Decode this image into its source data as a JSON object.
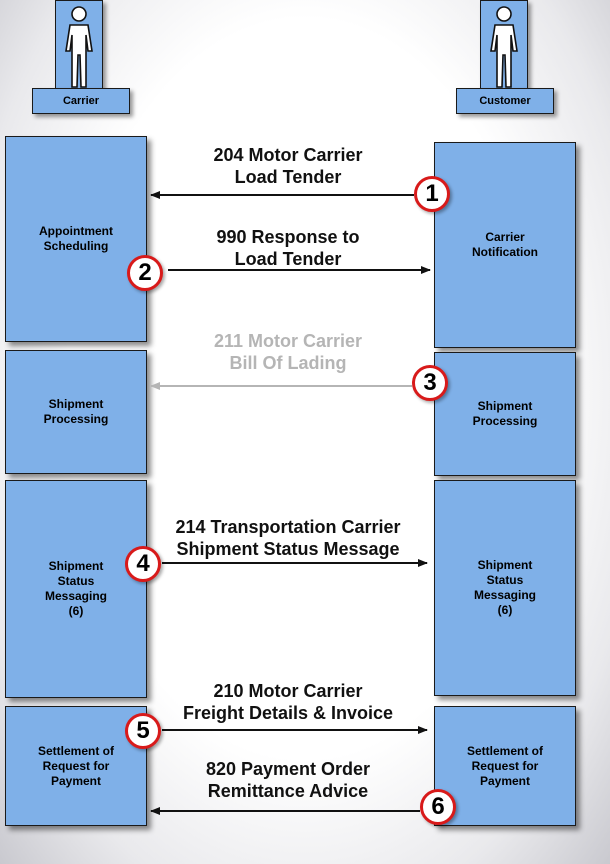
{
  "actors": {
    "carrier": {
      "label": "Carrier",
      "icon": "person-icon"
    },
    "customer": {
      "label": "Customer",
      "icon": "person-icon"
    }
  },
  "carrier_steps": [
    "Appointment\nScheduling",
    "Shipment\nProcessing",
    "Shipment\nStatus\nMessaging\n(6)",
    "Settlement of\nRequest for\nPayment"
  ],
  "customer_steps": [
    "Carrier\nNotification",
    "Shipment\nProcessing",
    "Shipment\nStatus\nMessaging\n(6)",
    "Settlement of\nRequest for\nPayment"
  ],
  "messages": [
    {
      "number": "1",
      "label": "204 Motor Carrier\nLoad Tender",
      "direction": "to-carrier",
      "faded": false
    },
    {
      "number": "2",
      "label": "990 Response to\nLoad Tender",
      "direction": "to-customer",
      "faded": false
    },
    {
      "number": "3",
      "label": "211 Motor Carrier\nBill Of Lading",
      "direction": "to-carrier",
      "faded": true
    },
    {
      "number": "4",
      "label": "214 Transportation Carrier\nShipment Status Message",
      "direction": "to-customer",
      "faded": false
    },
    {
      "number": "5",
      "label": "210 Motor Carrier\nFreight Details & Invoice",
      "direction": "to-customer",
      "faded": false
    },
    {
      "number": "6",
      "label": "820 Payment Order\nRemittance Advice",
      "direction": "to-carrier",
      "faded": false
    }
  ],
  "colors": {
    "box": "#7fb0e8",
    "circle_border": "#d81a1a",
    "arrow": "#111111",
    "faded": "#b5b5b5"
  }
}
